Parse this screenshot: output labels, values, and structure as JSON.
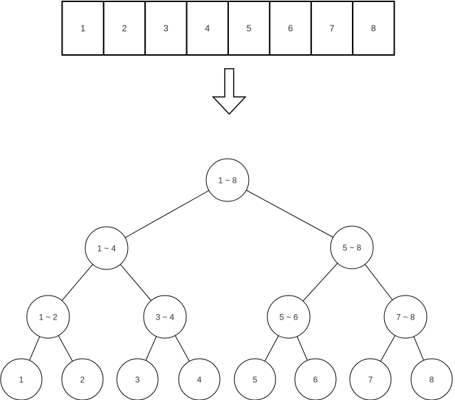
{
  "diagram": {
    "description": "Array of 8 elements transformed into a segment tree",
    "colors": {
      "background": "#ffffff",
      "stroke": "#000000",
      "text": "#333333",
      "node_fill": "#ffffff"
    }
  },
  "array": {
    "cells": [
      "1",
      "2",
      "3",
      "4",
      "5",
      "6",
      "7",
      "8"
    ]
  },
  "arrow": {
    "direction": "down"
  },
  "tree": {
    "nodes": [
      {
        "id": "1-8",
        "label": "1 ~ 8"
      },
      {
        "id": "1-4",
        "label": "1 ~ 4"
      },
      {
        "id": "5-8",
        "label": "5 ~ 8"
      },
      {
        "id": "1-2",
        "label": "1 ~ 2"
      },
      {
        "id": "3-4",
        "label": "3 ~ 4"
      },
      {
        "id": "5-6",
        "label": "5 ~ 6"
      },
      {
        "id": "7-8",
        "label": "7 ~ 8"
      },
      {
        "id": "leaf-1",
        "label": "1"
      },
      {
        "id": "leaf-2",
        "label": "2"
      },
      {
        "id": "leaf-3",
        "label": "3"
      },
      {
        "id": "leaf-4",
        "label": "4"
      },
      {
        "id": "leaf-5",
        "label": "5"
      },
      {
        "id": "leaf-6",
        "label": "6"
      },
      {
        "id": "leaf-7",
        "label": "7"
      },
      {
        "id": "leaf-8",
        "label": "8"
      }
    ]
  }
}
